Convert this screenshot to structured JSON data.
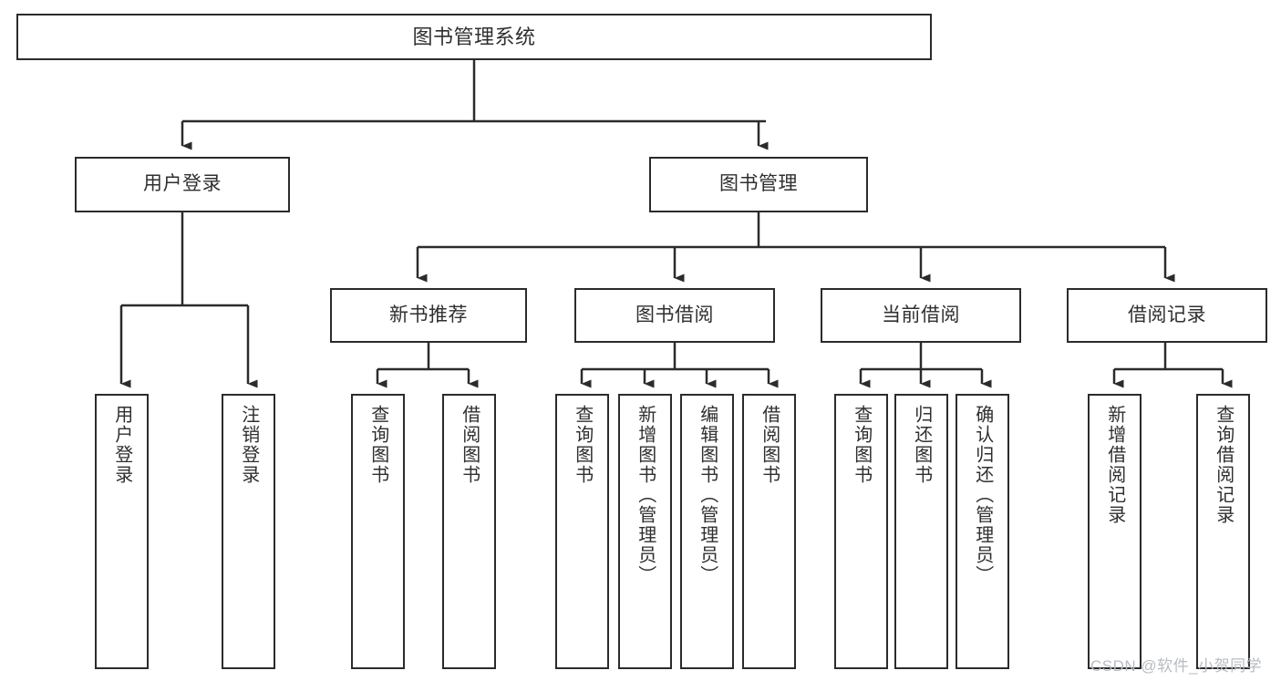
{
  "diagram": {
    "title_node": {
      "label": "图书管理系统"
    },
    "level1": [
      {
        "label": "用户登录"
      },
      {
        "label": "图书管理"
      }
    ],
    "level2": [
      {
        "label": "新书推荐"
      },
      {
        "label": "图书借阅"
      },
      {
        "label": "当前借阅"
      },
      {
        "label": "借阅记录"
      }
    ],
    "leaves": {
      "user_login": [
        {
          "label": "用户登录"
        },
        {
          "label": "注销登录"
        }
      ],
      "new_book": [
        {
          "label": "查询图书"
        },
        {
          "label": "借阅图书"
        }
      ],
      "book_borrow": [
        {
          "label": "查询图书"
        },
        {
          "label": "新增图书（管理员）"
        },
        {
          "label": "编辑图书（管理员）"
        },
        {
          "label": "借阅图书"
        }
      ],
      "current_borrow": [
        {
          "label": "查询图书"
        },
        {
          "label": "归还图书"
        },
        {
          "label": "确认归还（管理员）"
        }
      ],
      "borrow_record": [
        {
          "label": "新增借阅记录"
        },
        {
          "label": "查询借阅记录"
        }
      ]
    }
  },
  "watermark": {
    "text": "CSDN @软件_小贺同学"
  },
  "colors": {
    "stroke": "#2b2b2b",
    "text": "#2f2f2f",
    "background": "#ffffff",
    "watermark": "#b9bcc2"
  }
}
